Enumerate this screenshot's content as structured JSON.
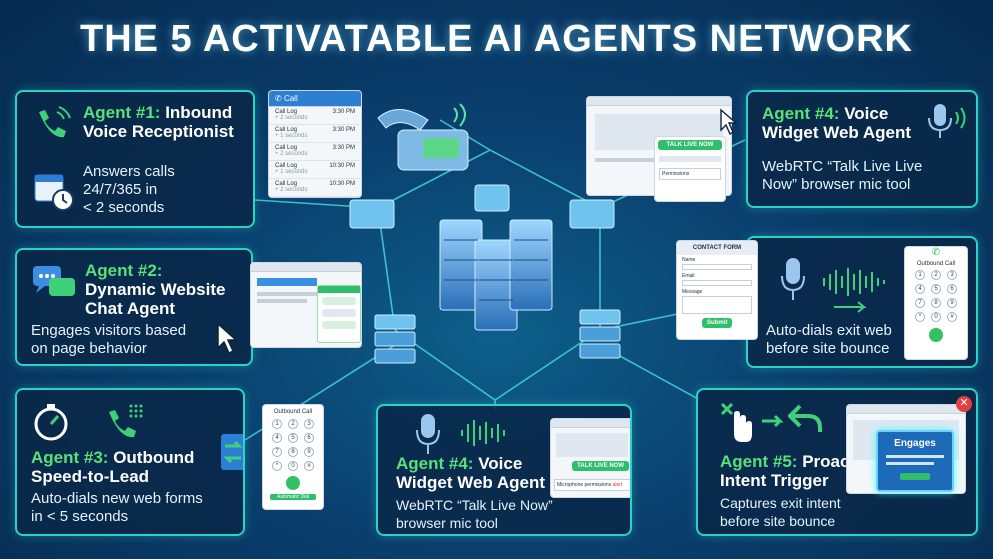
{
  "title": "THE 5 ACTIVATABLE AI AGENTS NETWORK",
  "colors": {
    "accent": "#2bd3c6",
    "agent_num": "#58e07a",
    "background": "#0a3f6e"
  },
  "agents": [
    {
      "num": "Agent #1:",
      "name_line1": "Inbound",
      "name_line2": "Voice Receptionist",
      "desc": [
        "Answers calls",
        "24/7/365 in",
        "< 2 seconds"
      ],
      "icons": [
        "phone-ringing-icon",
        "calendar-clock-icon"
      ]
    },
    {
      "num": "Agent #2:",
      "name_line1": "Dynamic Website",
      "name_line2": "Chat Agent",
      "desc": [
        "Engages visitors based",
        "on page behavior"
      ],
      "icons": [
        "chat-bubbles-icon",
        "cursor-icon"
      ]
    },
    {
      "num": "Agent #3:",
      "name_line1": "Outbound",
      "name_line2": "Speed-to-Lead",
      "desc": [
        "Auto-dials new web forms",
        "in < 5 seconds"
      ],
      "icons": [
        "stopwatch-icon",
        "phone-dialpad-icon",
        "transfer-arrows-icon"
      ]
    },
    {
      "num": "Agent #4:",
      "name_line1": "Voice",
      "name_line2": "Widget Web Agent",
      "desc": [
        "WebRTC “Talk Live Live",
        "Now” browser mic tool"
      ],
      "icons": [
        "microphone-icon"
      ]
    },
    {
      "desc": [
        "Auto-dials exit web",
        "before site bounce"
      ],
      "icons": [
        "microphone-icon",
        "soundwave-icon",
        "arrow-right-icon"
      ]
    },
    {
      "num": "Agent #4:",
      "name_line1": "Voice",
      "name_line2": "Widget Web Agent",
      "desc": [
        "WebRTC “Talk Live Now”",
        "browser mic tool"
      ],
      "icons": [
        "microphone-icon",
        "soundwave-icon"
      ]
    },
    {
      "num": "Agent #5:",
      "name_line1": "Proactive",
      "name_line2": "Intent Trigger",
      "desc": [
        "Captures exit intent",
        "before site bounce"
      ],
      "icons": [
        "hand-pointer-icon",
        "arrow-right-icon",
        "undo-arrow-icon"
      ]
    }
  ],
  "call_log": {
    "header": "Call",
    "rows": [
      {
        "label": "Call Log",
        "sub": "+ 2 seconds",
        "time": "3:30 PM"
      },
      {
        "label": "Call Log",
        "sub": "+ 1 seconds",
        "time": "3:30 PM"
      },
      {
        "label": "Call Log",
        "sub": "+ 2 seconds",
        "time": "3:30 PM"
      },
      {
        "label": "Call Log",
        "sub": "+ 1 seconds",
        "time": "10:30 PM"
      },
      {
        "label": "Call Log",
        "sub": "+ 2 seconds",
        "time": "10:30 PM"
      }
    ]
  },
  "widget_top": {
    "banner": "TALK LIVE NOW",
    "field": "Permissions"
  },
  "contact_form": {
    "title": "CONTACT FORM",
    "fields": [
      "Name",
      "Email",
      "Message"
    ],
    "submit": "Submit"
  },
  "outbound_call_right": {
    "title": "Outbound Call",
    "keys": [
      "1",
      "2",
      "3",
      "4",
      "5",
      "6",
      "7",
      "8",
      "9",
      "*",
      "0",
      "#"
    ]
  },
  "outbound_call_left": {
    "title": "Outbound Call",
    "keys": [
      "1",
      "2",
      "3",
      "4",
      "5",
      "6",
      "7",
      "8",
      "9",
      "*",
      "0",
      "#"
    ],
    "action": "Automatic Dial"
  },
  "widget_bottom": {
    "banner": "TALK LIVE NOW",
    "notice": "Microphone permissions",
    "notice_status": "alert"
  },
  "engages_popup": {
    "title": "Engages"
  }
}
